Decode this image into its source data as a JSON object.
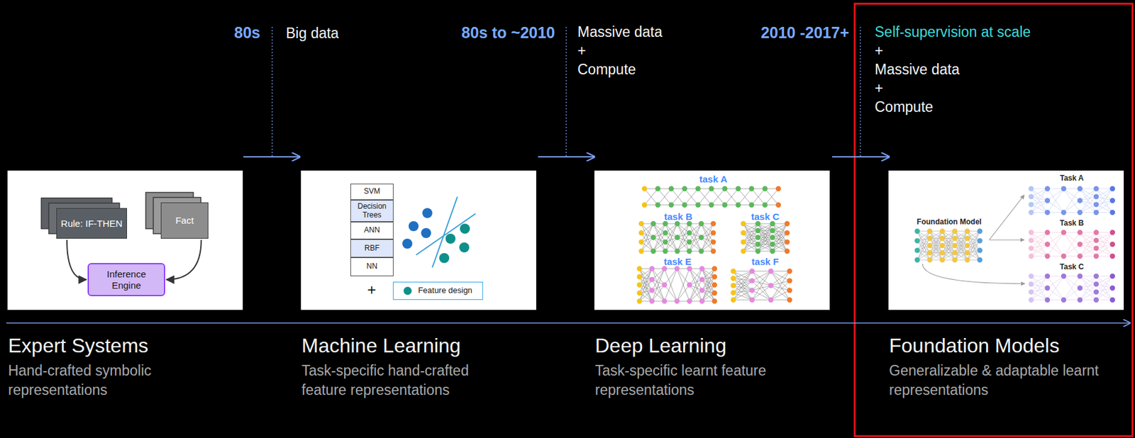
{
  "diagram": {
    "nodes": [
      {
        "text": [
          "Expert Systems",
          "Hand-crafted symbolic representations"
        ]
      },
      {
        "text": [
          "Rule: IF-THEN"
        ],
        "in": 0
      },
      {
        "text": [
          "Fact"
        ],
        "in": 0
      },
      {
        "text": [
          "Inference Engine"
        ],
        "in": 0
      },
      {
        "text": [
          "Machine Learning",
          "Task-specific hand-crafted feature representations"
        ]
      },
      {
        "text": [
          "SVM"
        ],
        "in": 4
      },
      {
        "text": [
          "Decision Trees"
        ],
        "in": 4
      },
      {
        "text": [
          "ANN"
        ],
        "in": 4
      },
      {
        "text": [
          "RBF"
        ],
        "in": 4
      },
      {
        "text": [
          "NN"
        ],
        "in": 4
      },
      {
        "text": [
          "Feature design"
        ],
        "in": 4
      },
      {
        "text": [
          "Deep Learning",
          "Task-specific learnt feature representations"
        ]
      },
      {
        "text": [
          "Foundation Models",
          "Generalizable & adaptable learnt representations"
        ]
      },
      {
        "text": [
          "Foundation Model"
        ],
        "in": 12
      },
      {
        "text": [
          "Task A"
        ],
        "in": 12
      },
      {
        "text": [
          "Task B"
        ],
        "in": 12
      },
      {
        "text": [
          "Task C"
        ],
        "in": 12
      }
    ],
    "edges": [
      {
        "from": 1,
        "to": 3,
        "arrow": "to"
      },
      {
        "from": 2,
        "to": 3,
        "arrow": "to"
      },
      {
        "from": 13,
        "to": 14,
        "arrow": "to"
      },
      {
        "from": 13,
        "to": 15,
        "arrow": "to"
      },
      {
        "from": 13,
        "to": 16,
        "arrow": "to"
      }
    ],
    "labels": [
      "80s",
      "Big data",
      "80s to ~2010",
      "Massive data",
      "+",
      "Compute",
      "2010 -2017+",
      "Self-supervision at scale",
      "+",
      "Massive data",
      "+",
      "Compute",
      "+",
      "task A",
      "task B",
      "task C",
      "task E",
      "task F"
    ]
  }
}
